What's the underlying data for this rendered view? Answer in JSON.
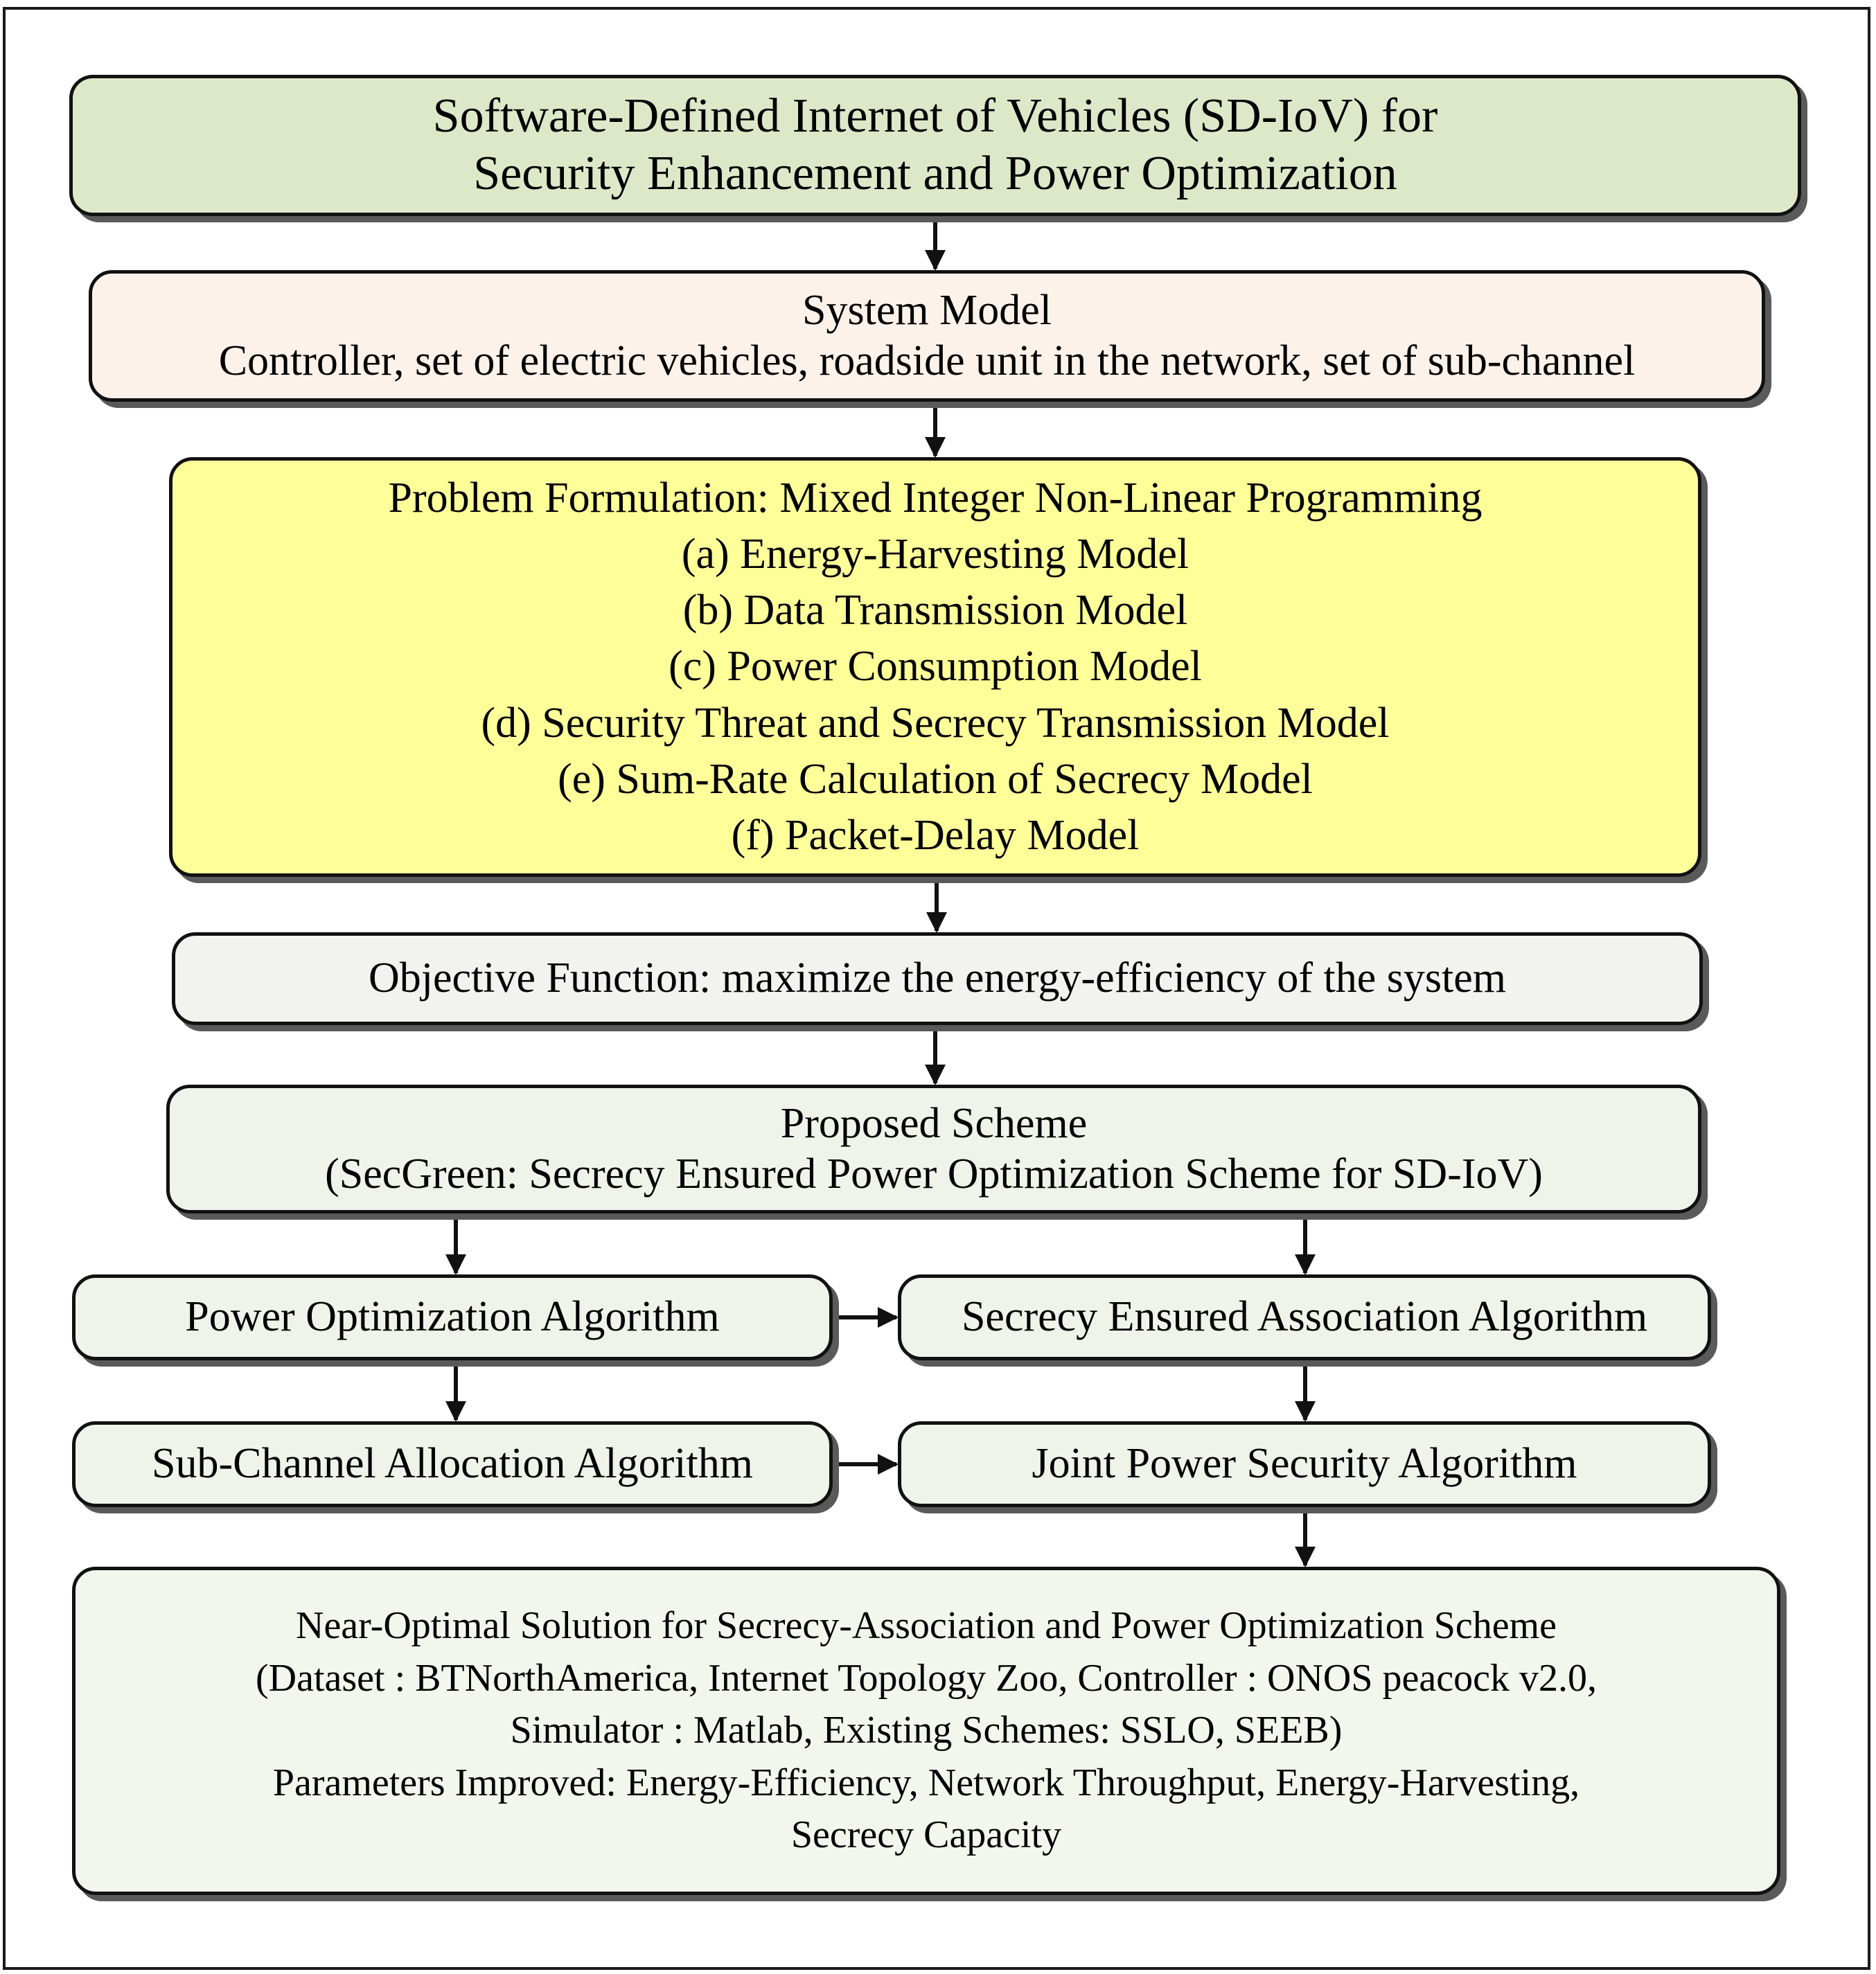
{
  "title_box": {
    "lines": [
      "Software-Defined Internet of Vehicles (SD-IoV) for",
      "Security Enhancement and Power Optimization"
    ]
  },
  "system_model": {
    "lines": [
      "System Model",
      "Controller, set of electric vehicles, roadside unit in the network, set of sub-channel"
    ]
  },
  "problem_formulation": {
    "lines": [
      "Problem Formulation: Mixed Integer Non-Linear Programming",
      "(a) Energy-Harvesting Model",
      "(b) Data Transmission Model",
      "(c) Power Consumption Model",
      "(d) Security Threat and Secrecy Transmission Model",
      "(e) Sum-Rate Calculation of Secrecy Model",
      "(f) Packet-Delay Model"
    ]
  },
  "objective_function": {
    "text": "Objective Function: maximize the energy-efficiency of the system"
  },
  "proposed_scheme": {
    "lines": [
      "Proposed Scheme",
      "(SecGreen: Secrecy Ensured Power Optimization Scheme for SD-IoV)"
    ]
  },
  "power_optimization": {
    "text": "Power Optimization Algorithm"
  },
  "secrecy_association": {
    "text": "Secrecy Ensured Association Algorithm"
  },
  "subchannel_allocation": {
    "text": "Sub-Channel Allocation Algorithm"
  },
  "joint_power_security": {
    "text": "Joint Power Security Algorithm"
  },
  "near_optimal": {
    "lines": [
      "Near-Optimal Solution for Secrecy-Association and Power Optimization Scheme",
      "(Dataset : BTNorthAmerica, Internet Topology Zoo, Controller : ONOS peacock v2.0,",
      "Simulator : Matlab, Existing Schemes: SSLO, SEEB)",
      "Parameters Improved: Energy-Efficiency, Network Throughput, Energy-Harvesting,",
      "Secrecy Capacity"
    ]
  },
  "colors": {
    "title_fill": "#dde8c9",
    "system_fill": "#fdf2ea",
    "problem_fill": "#ffff99",
    "objective_fill": "#f2f2ee",
    "algorithm_fill": "#eff3e9",
    "border": "#111111",
    "shadow": "#5a5a5a"
  }
}
